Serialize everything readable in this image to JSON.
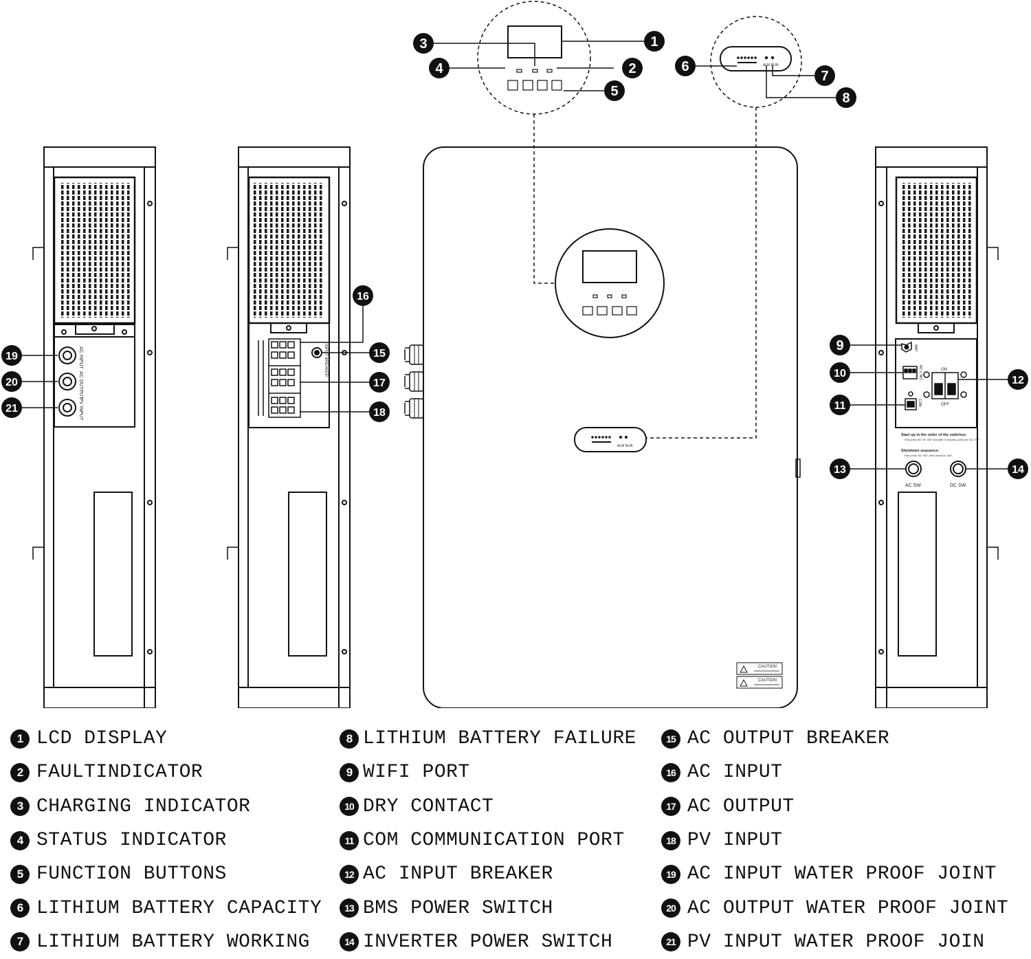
{
  "callouts": {
    "c1": "1",
    "c2": "2",
    "c3": "3",
    "c4": "4",
    "c5": "5",
    "c6": "6",
    "c7": "7",
    "c8": "8",
    "c9": "9",
    "c10": "10",
    "c11": "11",
    "c12": "12",
    "c13": "13",
    "c14": "14",
    "c15": "15",
    "c16": "16",
    "c17": "17",
    "c18": "18",
    "c19": "19",
    "c20": "20",
    "c21": "21"
  },
  "panel_labels": {
    "ac_input": "AC INPUT",
    "ac_output": "AC OUTPUT",
    "pv_input": "PV INPUT",
    "input_breaker": "INPUT BREAKER",
    "wifi": "WIFI",
    "dry_contact": "NC C NO",
    "com": "COM",
    "on": "ON",
    "off": "OFF",
    "startup": "Start up in the order of the switches:",
    "startup_detail": "First press the \"DC SW\",and after 5 seconds, press the \"AC SW\".",
    "shutdown": "Shutdown sequence:",
    "shutdown_detail": "First press \"AC SW\", then press\"DC SW\".",
    "ac_sw": "AC SW",
    "dc_sw": "DC SW",
    "caution": "CAUTION",
    "alm_run": "ALM RUN"
  },
  "legend": [
    {
      "num": "1",
      "text": "LCD DISPLAY"
    },
    {
      "num": "2",
      "text": "FAULTINDICATOR"
    },
    {
      "num": "3",
      "text": "CHARGING INDICATOR"
    },
    {
      "num": "4",
      "text": "STATUS INDICATOR"
    },
    {
      "num": "5",
      "text": "FUNCTION BUTTONS"
    },
    {
      "num": "6",
      "text": "LITHIUM BATTERY CAPACITY"
    },
    {
      "num": "7",
      "text": "LITHIUM BATTERY WORKING"
    },
    {
      "num": "8",
      "text": "LITHIUM BATTERY FAILURE"
    },
    {
      "num": "9",
      "text": "WIFI PORT"
    },
    {
      "num": "10",
      "text": "DRY CONTACT"
    },
    {
      "num": "11",
      "text": "COM COMMUNICATION PORT"
    },
    {
      "num": "12",
      "text": "AC INPUT BREAKER"
    },
    {
      "num": "13",
      "text": "BMS POWER SWITCH"
    },
    {
      "num": "14",
      "text": "INVERTER POWER SWITCH"
    },
    {
      "num": "15",
      "text": "AC OUTPUT BREAKER"
    },
    {
      "num": "16",
      "text": "AC INPUT"
    },
    {
      "num": "17",
      "text": "AC OUTPUT"
    },
    {
      "num": "18",
      "text": "PV INPUT"
    },
    {
      "num": "19",
      "text": "AC INPUT WATER PROOF JOINT"
    },
    {
      "num": "20",
      "text": "AC OUTPUT WATER PROOF JOINT"
    },
    {
      "num": "21",
      "text": "PV INPUT WATER PROOF JOIN"
    }
  ]
}
